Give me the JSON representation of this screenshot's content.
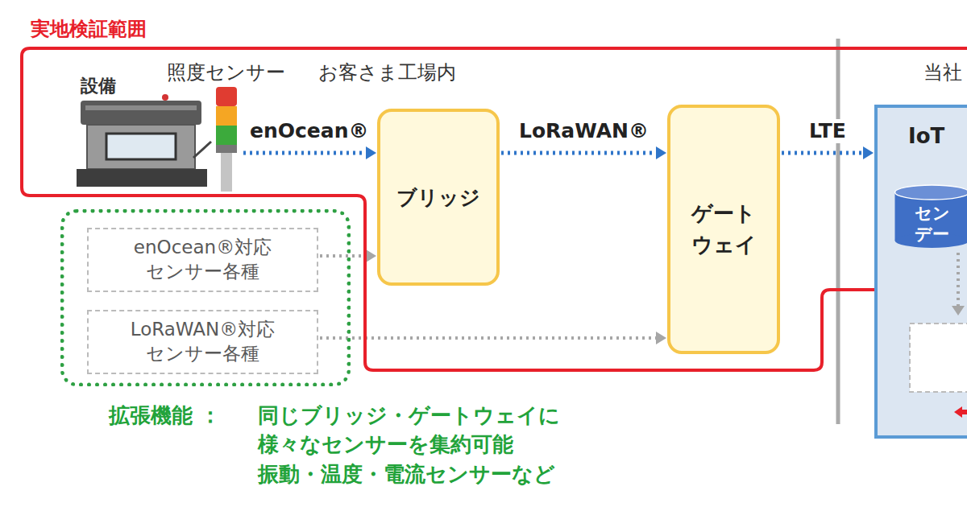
{
  "diagram": {
    "nodes": [
      {
        "text": [
          "実地検証範囲"
        ]
      },
      {
        "text": [
          "照度センサー"
        ],
        "in": 0
      },
      {
        "text": [
          "ブリッジ"
        ],
        "in": 0
      },
      {
        "text": [
          "ゲート ウェイ"
        ],
        "in": 0
      },
      {
        "text": [
          "拡張機能 ：",
          "同じブリッジ・ゲートウェイに 様々なセンサーを集約可能 振動・温度・電流センサーなど"
        ]
      },
      {
        "text": [
          "enOcean®対応 センサー各種"
        ],
        "in": 4
      },
      {
        "text": [
          "LoRaWAN®対応 センサー各種"
        ],
        "in": 4
      },
      {
        "text": [
          "IoT"
        ]
      },
      {
        "text": [
          "セン デー"
        ],
        "in": 7
      }
    ],
    "edges": [
      {
        "from": 1,
        "to": 2,
        "arrow": "to",
        "label": "enOcean®"
      },
      {
        "from": 2,
        "to": 3,
        "arrow": "to",
        "label": "LoRaWAN®"
      },
      {
        "from": 3,
        "to": 7,
        "arrow": "to",
        "label": "LTE"
      },
      {
        "from": 5,
        "to": 2,
        "arrow": "to"
      },
      {
        "from": 6,
        "to": 3,
        "arrow": "to"
      }
    ],
    "labels": [
      "設備",
      "お客さま工場内",
      "当社"
    ]
  }
}
